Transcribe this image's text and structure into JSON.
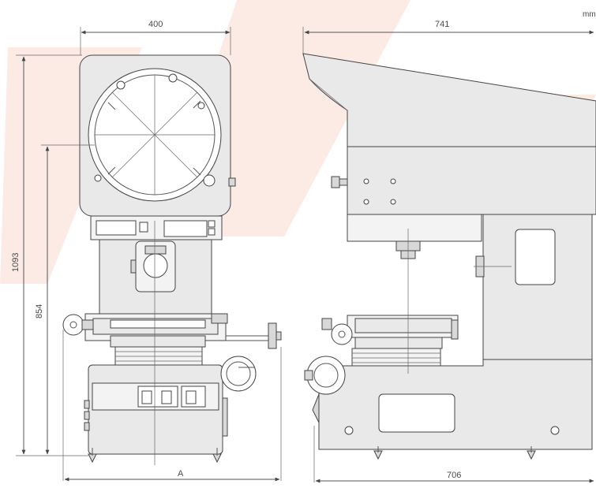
{
  "unit_label": "mm",
  "dimensions": {
    "front_width": "400",
    "side_width": "741",
    "total_height": "1093",
    "screen_height": "854",
    "base_depth_label": "A",
    "side_base_width": "706"
  },
  "colors": {
    "line": "#444444",
    "body_fill": "#e9e9e9",
    "dark_fill": "#d8d8d8",
    "watermark": "#f2a58a"
  }
}
